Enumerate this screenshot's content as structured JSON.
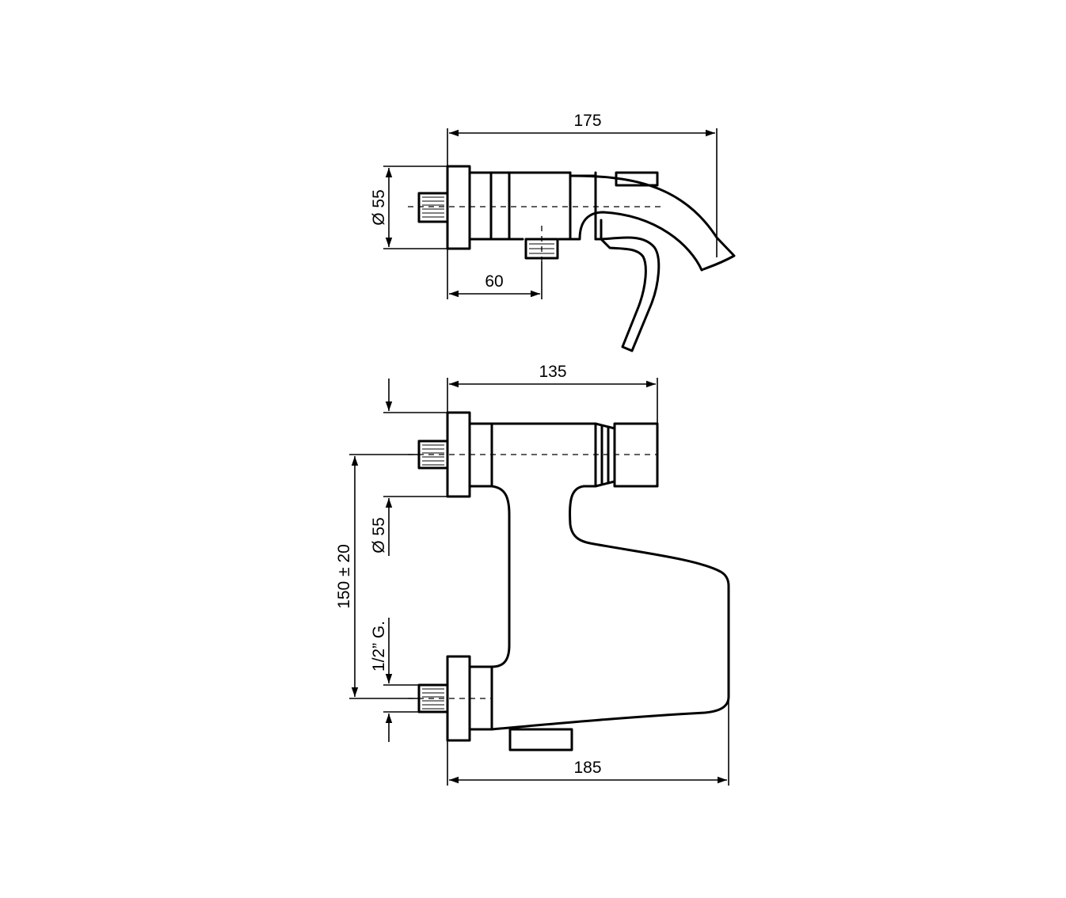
{
  "drawing": {
    "top_view": {
      "width_label": "175",
      "diameter_label": "Ø 55",
      "inlet_label": "60"
    },
    "front_view": {
      "width_label": "135",
      "diameter_label": "Ø 55",
      "centers_label": "150 ± 20",
      "thread_label": "1/2” G.",
      "overall_width_label": "185"
    }
  }
}
